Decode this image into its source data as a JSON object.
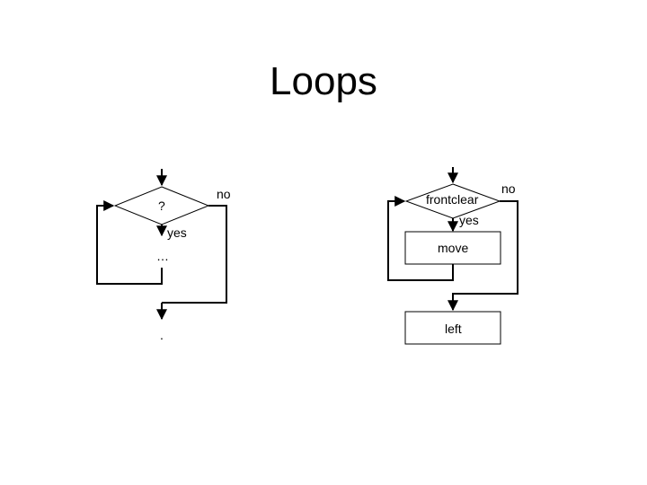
{
  "title": "Loops",
  "left_diagram": {
    "condition": "?",
    "no_label": "no",
    "yes_label": "yes",
    "body": "…",
    "after": "."
  },
  "right_diagram": {
    "condition": "frontclear",
    "no_label": "no",
    "yes_label": "yes",
    "action_box": "move",
    "after_box": "left"
  }
}
